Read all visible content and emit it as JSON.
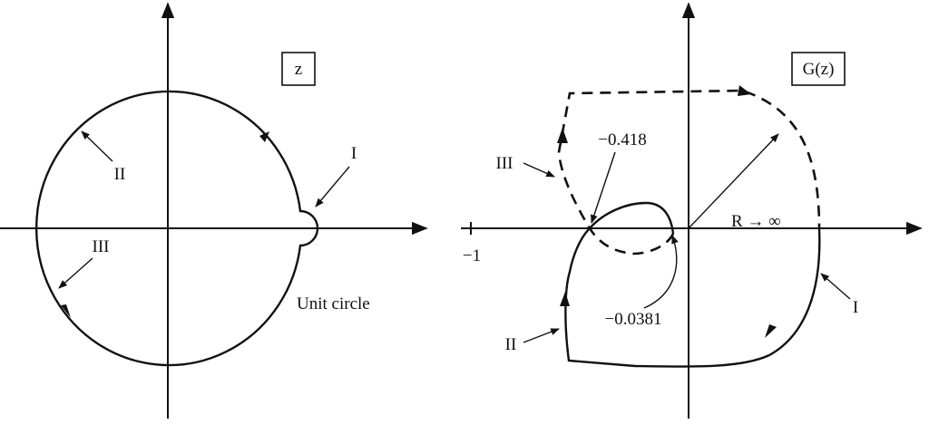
{
  "left_panel": {
    "plane_label": "z",
    "path_labels": {
      "I": "I",
      "II": "II",
      "III": "III"
    },
    "unit_circle_label": "Unit circle"
  },
  "right_panel": {
    "plane_label": "G(z)",
    "path_labels": {
      "I": "I",
      "II": "II",
      "III": "III"
    },
    "tick_label": "−1",
    "crossing_1": "−0.418",
    "crossing_2": "−0.0381",
    "radius_label": "R → ∞"
  }
}
